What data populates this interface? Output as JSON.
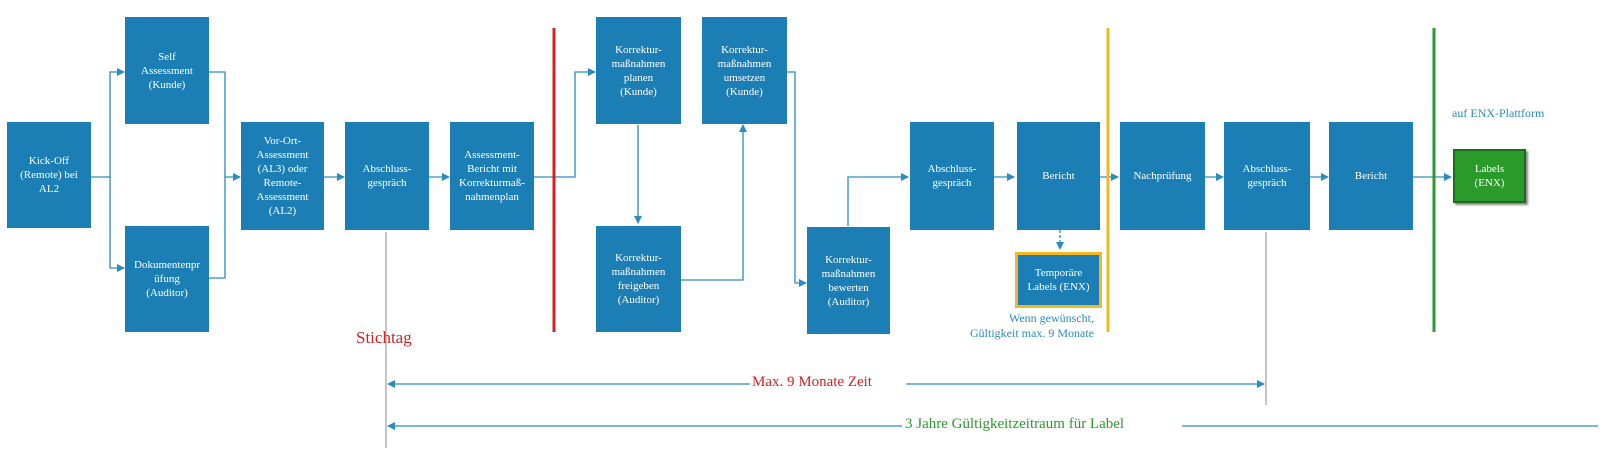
{
  "boxes": {
    "kickoff": "Kick-Off\n(Remote) bei\nAL2",
    "self_assessment": "Self\nAssessment\n(Kunde)",
    "dokumentenpruefung": "Dokumentenpr\nüfung\n(Auditor)",
    "vor_ort": "Vor-Ort-\nAssessment\n(AL3) oder\nRemote-\nAssessment\n(AL2)",
    "abschluss1": "Abschluss-\ngespräch",
    "assessment_bericht": "Assessment-\nBericht mit\nKorrekturmaß-\nnahmenplan",
    "km_planen": "Korrektur-\nmaßnahmen\nplanen\n(Kunde)",
    "km_freigeben": "Korrektur-\nmaßnahmen\nfreigeben\n(Auditor)",
    "km_umsetzen": "Korrektur-\nmaßnahmen\numsetzen\n(Kunde)",
    "km_bewerten": "Korrektur-\nmaßnahmen\nbewerten\n(Auditor)",
    "abschluss2": "Abschluss-\ngespräch",
    "bericht1": "Bericht",
    "temp_labels": "Temporäre\nLabels (ENX)",
    "nachpruefung": "Nachprüfung",
    "abschluss3": "Abschluss-\ngespräch",
    "bericht2": "Bericht",
    "labels": "Labels\n(ENX)"
  },
  "annotations": {
    "stichtag": "Stichtag",
    "wenn_gewuenscht": "Wenn gewünscht,\nGültigkeit max. 9 Monate",
    "plattform": "auf ENX-Plattform",
    "max9": "Max. 9 Monate Zeit",
    "drei_jahre": "3 Jahre Gültigkeitzeitraum für Label"
  },
  "colors": {
    "box": "#1b7fb5",
    "line": "#2a8dc0",
    "red": "#d62020",
    "orange": "#f2b824",
    "green": "#2a9a2a",
    "gray": "#888888"
  }
}
